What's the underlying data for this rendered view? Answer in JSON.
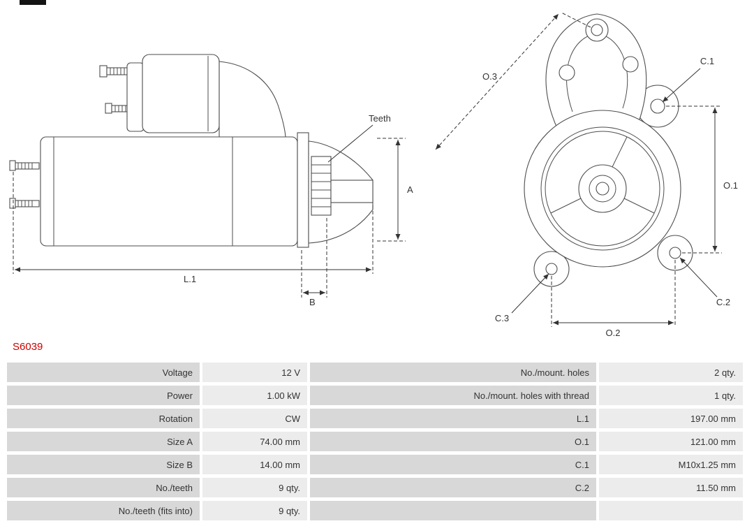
{
  "part": {
    "number": "S6039"
  },
  "colors": {
    "accent_red": "#cc0000",
    "label_cell_bg": "#d8d8d8",
    "value_cell_bg": "#ececec",
    "line": "#4d4d4d"
  },
  "diagram": {
    "labels": {
      "teeth": "Teeth",
      "a": "A",
      "b": "B",
      "l1": "L.1",
      "o1": "O.1",
      "o2": "O.2",
      "o3": "O.3",
      "c1": "C.1",
      "c2": "C.2",
      "c3": "C.3"
    }
  },
  "table": {
    "rows": [
      {
        "l1": "Voltage",
        "v1": "12 V",
        "l2": "No./mount. holes",
        "v2": "2 qty."
      },
      {
        "l1": "Power",
        "v1": "1.00 kW",
        "l2": "No./mount. holes with thread",
        "v2": "1 qty."
      },
      {
        "l1": "Rotation",
        "v1": "CW",
        "l2": "L.1",
        "v2": "197.00 mm"
      },
      {
        "l1": "Size A",
        "v1": "74.00 mm",
        "l2": "O.1",
        "v2": "121.00 mm"
      },
      {
        "l1": "Size B",
        "v1": "14.00 mm",
        "l2": "C.1",
        "v2": "M10x1.25 mm"
      },
      {
        "l1": "No./teeth",
        "v1": "9 qty.",
        "l2": "C.2",
        "v2": "11.50 mm"
      },
      {
        "l1": "No./teeth (fits into)",
        "v1": "9 qty.",
        "l2": "",
        "v2": ""
      }
    ]
  }
}
